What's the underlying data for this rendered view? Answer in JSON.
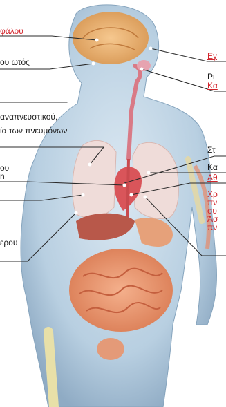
{
  "labels_left": [
    {
      "text": "φάλου",
      "color": "#d2232a",
      "underline": true
    },
    {
      "text": "ου ωτός",
      "color": "#1a1a1a",
      "underline": false
    },
    {
      "text": "αναπνευστικού,",
      "color": "#1a1a1a",
      "underline": false
    },
    {
      "text": "ία των πνευμόνων",
      "color": "#1a1a1a",
      "underline": false
    },
    {
      "text": "ου",
      "color": "#1a1a1a",
      "underline": false
    },
    {
      "text": "n",
      "color": "#1a1a1a",
      "underline": false
    },
    {
      "text": "ερου",
      "color": "#1a1a1a",
      "underline": false
    }
  ],
  "labels_right": [
    {
      "text": "Εγ",
      "color": "#d2232a",
      "underline": true
    },
    {
      "text": "Ρι",
      "color": "#1a1a1a",
      "underline": false
    },
    {
      "text": "Κα",
      "color": "#d2232a",
      "underline": true
    },
    {
      "text": "Στ",
      "color": "#1a1a1a",
      "underline": false
    },
    {
      "text": "Κα",
      "color": "#1a1a1a",
      "underline": false
    },
    {
      "text": "Αθ",
      "color": "#d2232a",
      "underline": true
    },
    {
      "text": "Χρ\nπν\nσυ\nΆσ\nπν",
      "color": "#d2232a",
      "underline": false
    }
  ],
  "colors": {
    "skin": "#c9dbe9",
    "skin_shade": "#9bb6cc",
    "organs": "#e8906a",
    "lungs": "#f0d9d6",
    "bone": "#e8e0a8",
    "label_red": "#d2232a",
    "leader_line": "#2b2b2b"
  }
}
